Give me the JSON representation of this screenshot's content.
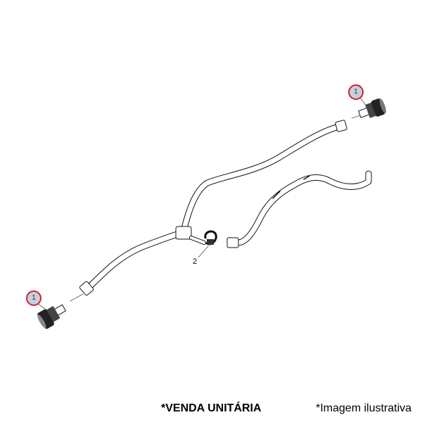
{
  "callouts": [
    {
      "label": "1",
      "part": "connector-top-right"
    },
    {
      "label": "1",
      "part": "connector-bottom-left"
    },
    {
      "label": "2",
      "part": "hose-clamp"
    }
  ],
  "notes": {
    "sale": "*VENDA UNITÁRIA",
    "illustrative": "*Imagem ilustrativa"
  },
  "colors": {
    "callout_border": "#d2232a",
    "callout_fill": "#c4cfe0"
  }
}
